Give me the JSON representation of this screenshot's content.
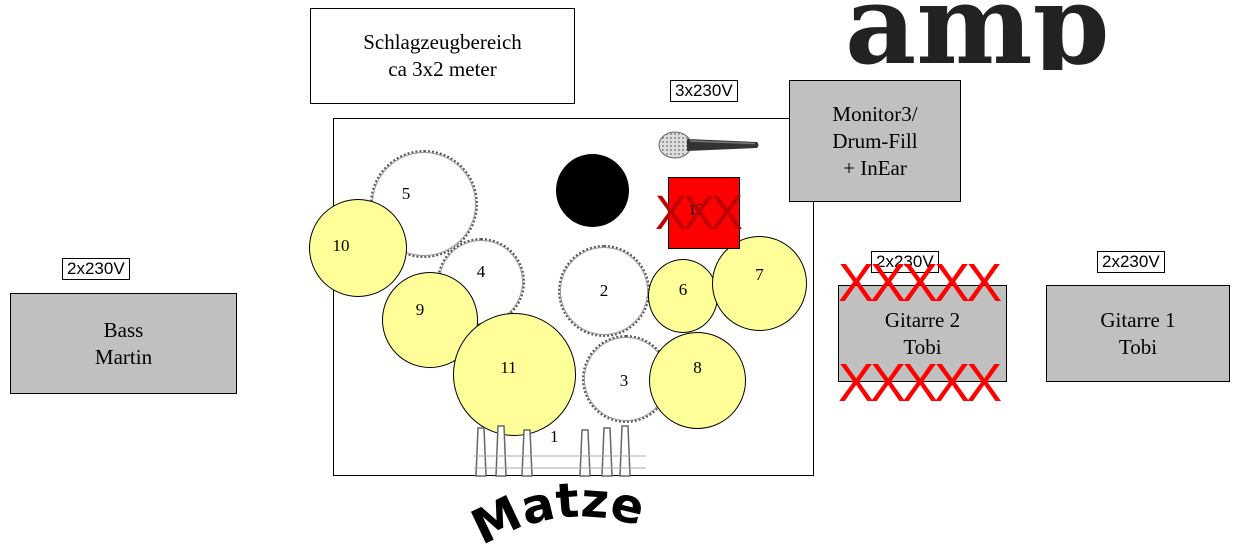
{
  "stage": {
    "drum_area_label_line1": "Schlagzeugbereich",
    "drum_area_label_line2": "ca 3x2 meter",
    "drummer_name": "Matze",
    "banner_text": "amp"
  },
  "power_outlets": [
    {
      "label": "3x230V"
    },
    {
      "label": "2x230V"
    },
    {
      "label": "2x230V"
    },
    {
      "label": "2x230V"
    }
  ],
  "monitors": {
    "monitor3_line1": "Monitor3/",
    "monitor3_line2": "Drum-Fill",
    "monitor3_line3": "+ InEar"
  },
  "amps": {
    "bass_line1": "Bass",
    "bass_line2": "Martin",
    "guitar2_line1": "Gitarre 2",
    "guitar2_line2": "Tobi",
    "guitar1_line1": "Gitarre 1",
    "guitar1_line2": "Tobi"
  },
  "drums": {
    "n1": "1",
    "n2": "2",
    "n3": "3",
    "n4": "4",
    "n5": "5",
    "n6": "6",
    "n7": "7",
    "n8": "8",
    "n9": "9",
    "n10": "10",
    "n11": "11",
    "n12": "12"
  },
  "strike_marks": {
    "pad_marks": "XXX",
    "guitar2_top_marks": "XXXXX",
    "guitar2_bottom_marks": "XXXXX"
  },
  "colors": {
    "cymbal": "#ffff99",
    "amp_gray": "#c0c0c0",
    "pad_red": "#ff0000",
    "strike_red": "#ff0000"
  },
  "icons": [
    "microphone-icon",
    "kick-drum-dark-circle-icon",
    "drum-pedals-icon"
  ]
}
